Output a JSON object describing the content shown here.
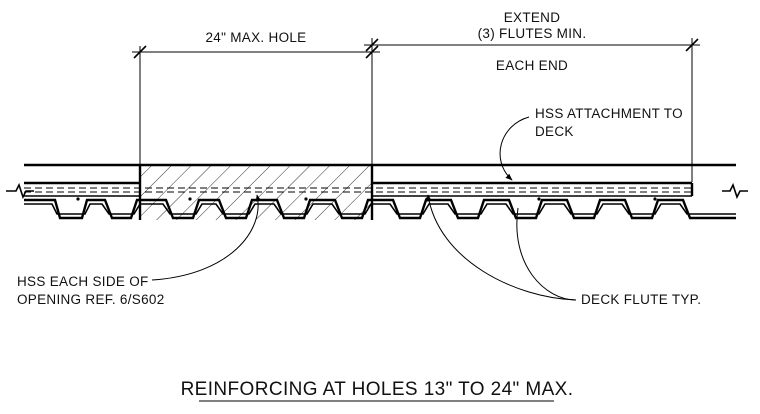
{
  "labels": {
    "max_hole": "24\" MAX. HOLE",
    "extend_line1": "EXTEND",
    "extend_line2": "(3) FLUTES MIN.",
    "extend_line3": "EACH END",
    "hss_attach_line1": "HSS ATTACHMENT TO",
    "hss_attach_line2": "DECK",
    "hss_each_line1": "HSS EACH SIDE OF",
    "hss_each_line2": "OPENING REF. 6/S602",
    "deck_flute": "DECK FLUTE TYP."
  },
  "title": "REINFORCING AT HOLES 13\" TO 24\" MAX."
}
